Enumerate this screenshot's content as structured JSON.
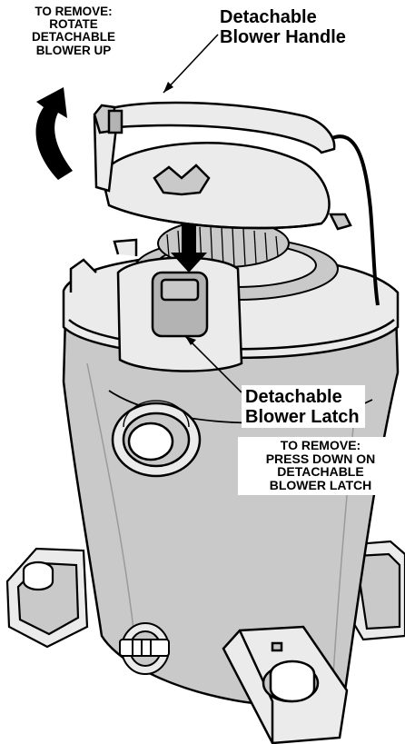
{
  "labels": {
    "rotate_instruction": [
      "TO REMOVE:",
      "ROTATE",
      "DETACHABLE",
      "BLOWER UP"
    ],
    "handle_callout": [
      "Detachable",
      "Blower Handle"
    ],
    "latch_callout": [
      "Detachable",
      "Blower Latch"
    ],
    "press_instruction": [
      "TO REMOVE:",
      "PRESS DOWN ON",
      "DETACHABLE",
      "BLOWER LATCH"
    ]
  },
  "colors": {
    "line": "#000000",
    "body_fill": "#c9c9c9",
    "body_shade": "#b3b3b3",
    "light_fill": "#ebebeb",
    "background": "#ffffff"
  }
}
